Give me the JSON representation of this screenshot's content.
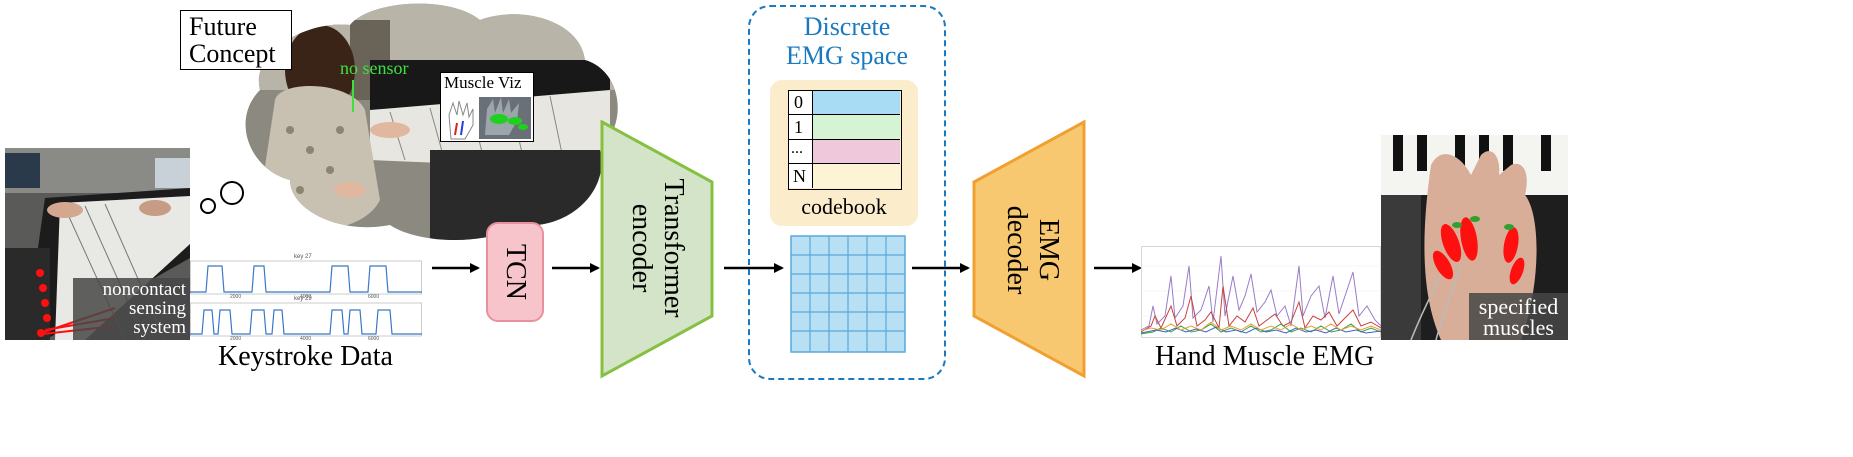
{
  "future_concept": {
    "label_line1": "Future",
    "label_line2": "Concept",
    "no_sensor_label": "no sensor",
    "muscle_viz_label": "Muscle Viz"
  },
  "input": {
    "caption": "Keystroke Data",
    "sensing_line1": "noncontact",
    "sensing_line2": "sensing",
    "sensing_line3": "system",
    "plot1_title": "key 27",
    "plot2_title": "key 29",
    "tick_a": "2000",
    "tick_b": "4000",
    "tick_c": "6000"
  },
  "pipeline": {
    "tcn_label": "TCN",
    "encoder_line1": "Transformer",
    "encoder_line2": "encoder",
    "decoder_line1": "EMG",
    "decoder_line2": "decoder"
  },
  "discrete_space": {
    "title_line1": "Discrete",
    "title_line2": "EMG space",
    "codebook_label": "codebook",
    "rows": [
      {
        "index": "0"
      },
      {
        "index": "1"
      },
      {
        "index": "..."
      },
      {
        "index": "N"
      }
    ]
  },
  "output": {
    "caption": "Hand Muscle EMG",
    "muscles_line1": "specified",
    "muscles_line2": "muscles"
  },
  "colors": {
    "tcn_fill": "#f8c4cc",
    "tcn_stroke": "#e8919c",
    "encoder_fill": "#d4e4c8",
    "encoder_stroke": "#86c040",
    "decoder_fill": "#f8c870",
    "decoder_stroke": "#f0a030",
    "codebook_bg": "#fbeccc",
    "row0": "#a8dcf4",
    "row1": "#d4f4d4",
    "row2": "#f0c8dc",
    "row3": "#fcf4d4",
    "dashed_blue": "#1a7ac0",
    "grid_fill": "#b8e0f4",
    "grid_line": "#5aa8d8"
  }
}
